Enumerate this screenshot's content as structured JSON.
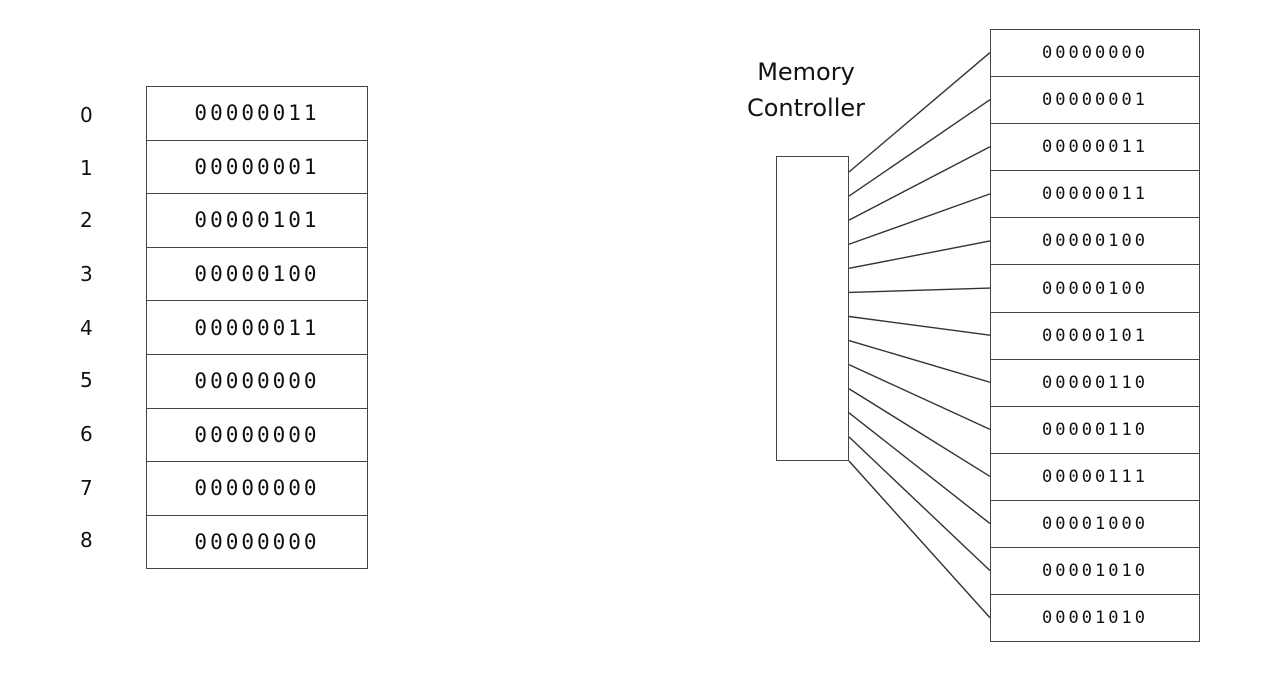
{
  "left_memory": {
    "addresses": [
      "0",
      "1",
      "2",
      "3",
      "4",
      "5",
      "6",
      "7",
      "8"
    ],
    "values": [
      "00000011",
      "00000001",
      "00000101",
      "00000100",
      "00000011",
      "00000000",
      "00000000",
      "00000000",
      "00000000"
    ]
  },
  "controller": {
    "title_line1": "Memory",
    "title_line2": "Controller"
  },
  "right_memory": {
    "values": [
      "00000000",
      "00000001",
      "00000011",
      "00000011",
      "00000100",
      "00000100",
      "00000101",
      "00000110",
      "00000110",
      "00000111",
      "00001000",
      "00001010",
      "00001010"
    ]
  }
}
